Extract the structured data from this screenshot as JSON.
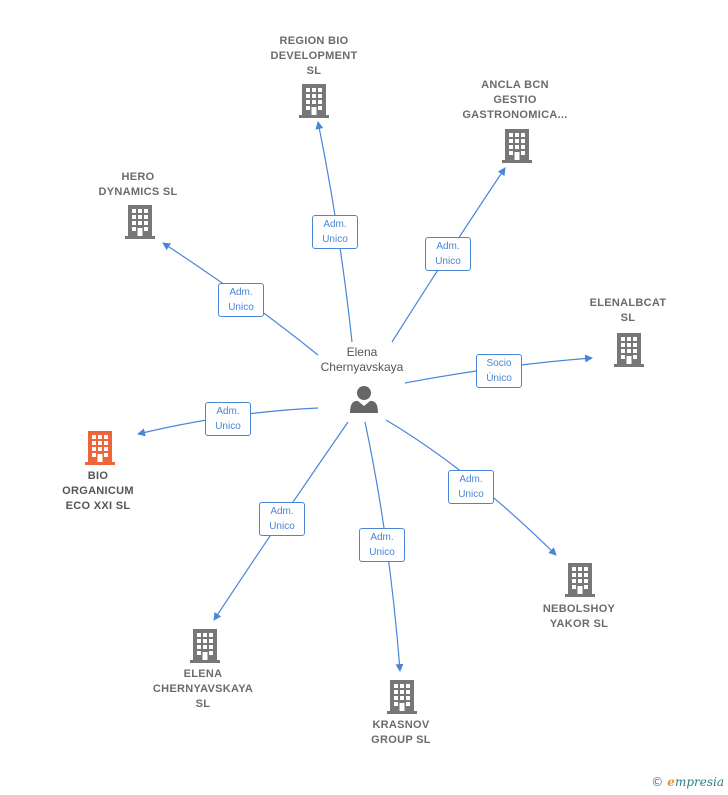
{
  "center": {
    "label": "Elena\nChernyavskaya",
    "icon": "person-icon"
  },
  "nodes": [
    {
      "id": "region-bio",
      "label": "REGION BIO\nDEVELOPMENT\nSL",
      "icon": "building-icon",
      "color": "#777777"
    },
    {
      "id": "ancla-bcn",
      "label": "ANCLA BCN\nGESTIO\nGASTRONOMICA...",
      "icon": "building-icon",
      "color": "#777777"
    },
    {
      "id": "hero-dynamics",
      "label": "HERO\nDYNAMICS  SL",
      "icon": "building-icon",
      "color": "#777777"
    },
    {
      "id": "elenalbcat",
      "label": "ELENALBCAT\nSL",
      "icon": "building-icon",
      "color": "#777777"
    },
    {
      "id": "bio-organicum",
      "label": "BIO\nORGANICUM\nECO XXI  SL",
      "icon": "building-icon",
      "color": "#f0643a"
    },
    {
      "id": "nebolshoy",
      "label": "NEBOLSHOY\nYAKOR  SL",
      "icon": "building-icon",
      "color": "#777777"
    },
    {
      "id": "elena-sl",
      "label": "ELENA\nCHERNYAVSKAYA\nSL",
      "icon": "building-icon",
      "color": "#777777"
    },
    {
      "id": "krasnov",
      "label": "KRASNOV\nGROUP  SL",
      "icon": "building-icon",
      "color": "#777777"
    }
  ],
  "edges": [
    {
      "to": "region-bio",
      "label": [
        "Adm.",
        "Unico"
      ]
    },
    {
      "to": "ancla-bcn",
      "label": [
        "Adm.",
        "Unico"
      ]
    },
    {
      "to": "hero-dynamics",
      "label": [
        "Adm.",
        "Unico"
      ]
    },
    {
      "to": "elenalbcat",
      "label": [
        "Socio",
        "Único"
      ]
    },
    {
      "to": "bio-organicum",
      "label": [
        "Adm.",
        "Unico"
      ]
    },
    {
      "to": "nebolshoy",
      "label": [
        "Adm.",
        "Unico"
      ]
    },
    {
      "to": "elena-sl",
      "label": [
        "Adm.",
        "Unico"
      ]
    },
    {
      "to": "krasnov",
      "label": [
        "Adm.",
        "Unico"
      ]
    }
  ],
  "colors": {
    "edge": "#4a86d8",
    "building": "#777777",
    "highlight": "#f0643a",
    "person": "#666666"
  },
  "watermark": {
    "copyright": "©",
    "brand_initial": "e",
    "brand_rest": "mpresia"
  }
}
